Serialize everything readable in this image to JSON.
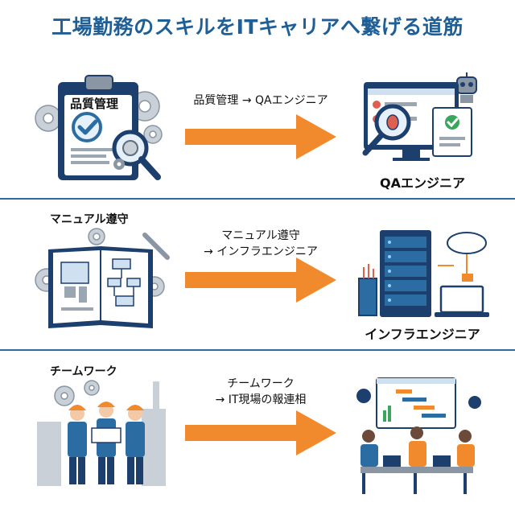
{
  "title": "工場勤務のスキルをITキャリアへ繋げる道筋",
  "rows": [
    {
      "skill": "品質管理",
      "transition_lines": [
        "品質管理 → QAエンジニア"
      ],
      "it_role": "QAエンジニア"
    },
    {
      "skill": "マニュアル遵守",
      "transition_lines": [
        "マニュアル遵守",
        "→ インフラエンジニア"
      ],
      "it_role": "インフラエンジニア"
    },
    {
      "skill": "チームワーク",
      "transition_lines": [
        "チームワーク",
        "→ IT現場の報連相"
      ],
      "it_role": ""
    }
  ],
  "colors": {
    "title": "#1f5f96",
    "arrow": "#f08a2c",
    "divider": "#2b6da3",
    "navy": "#1d3f6e",
    "light_blue": "#cfe0f0",
    "gray": "#b8c1cb"
  },
  "icons": [
    "clipboard-icon",
    "checkmark-icon",
    "magnifier-bug-icon",
    "gear-icon",
    "robot-icon",
    "manual-book-icon",
    "wrench-icon",
    "server-rack-icon",
    "cloud-icon",
    "laptop-icon",
    "workers-icon",
    "factory-icon",
    "team-meeting-icon",
    "gantt-chart-icon"
  ]
}
